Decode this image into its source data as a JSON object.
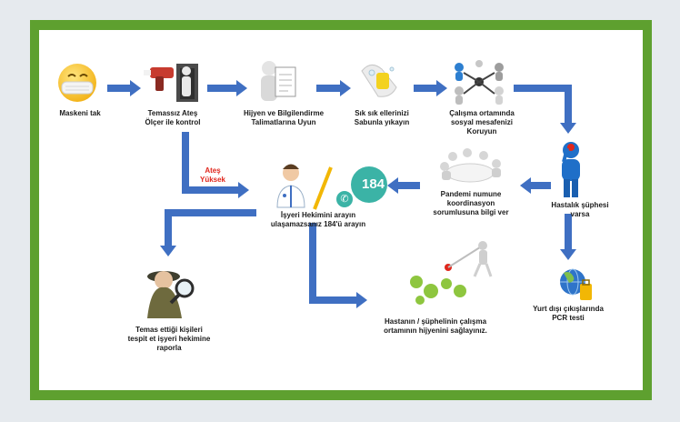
{
  "colors": {
    "frame": "#5ea02f",
    "arrow": "#3f6fc2",
    "accent_red": "#e0261c",
    "badge": "#3bb3a6"
  },
  "steps": [
    {
      "id": "mask",
      "icon": "mask-face-icon",
      "label": "Maskeni tak"
    },
    {
      "id": "temp",
      "icon": "thermometer-gun-icon",
      "label": "Temassız Ateş\nÖlçer ile kontrol"
    },
    {
      "id": "hygiene",
      "icon": "clipboard-person-icon",
      "label": "Hijyen ve Bilgilendirme\nTalimatlarına Uyun"
    },
    {
      "id": "wash",
      "icon": "soap-hands-icon",
      "label": "Sık sık ellerinizi\nSabunla yıkayın"
    },
    {
      "id": "distance",
      "icon": "social-distance-icon",
      "label": "Çalışma ortamında\nsosyal mesafenizi\nKoruyun"
    },
    {
      "id": "suspect",
      "icon": "sick-person-icon",
      "label": "Hastalık şüphesi varsa"
    },
    {
      "id": "coordinator",
      "icon": "meeting-table-icon",
      "label": "Pandemi numune\nkoordinasyon\nsorumlusuna bilgi ver"
    },
    {
      "id": "doctor",
      "icon": "doctor-icon",
      "label": "İşyeri Hekimini arayın\nulaşamazsanız 184'ü arayın"
    },
    {
      "id": "contacts",
      "icon": "detective-icon",
      "label": "Temas ettiği kişileri\ntespit et işyeri hekimine\nraporla"
    },
    {
      "id": "disinfect",
      "icon": "virus-spray-icon",
      "label": "Hastanın / şüphelinin çalışma\nortamının hijyenini sağlayınız."
    },
    {
      "id": "travel",
      "icon": "globe-luggage-icon",
      "label": "Yurt dışı çıkışlarında\nPCR testi"
    }
  ],
  "branch_label": "Ateş\nYüksek",
  "hotline": "184",
  "phone_glyph": "✆"
}
